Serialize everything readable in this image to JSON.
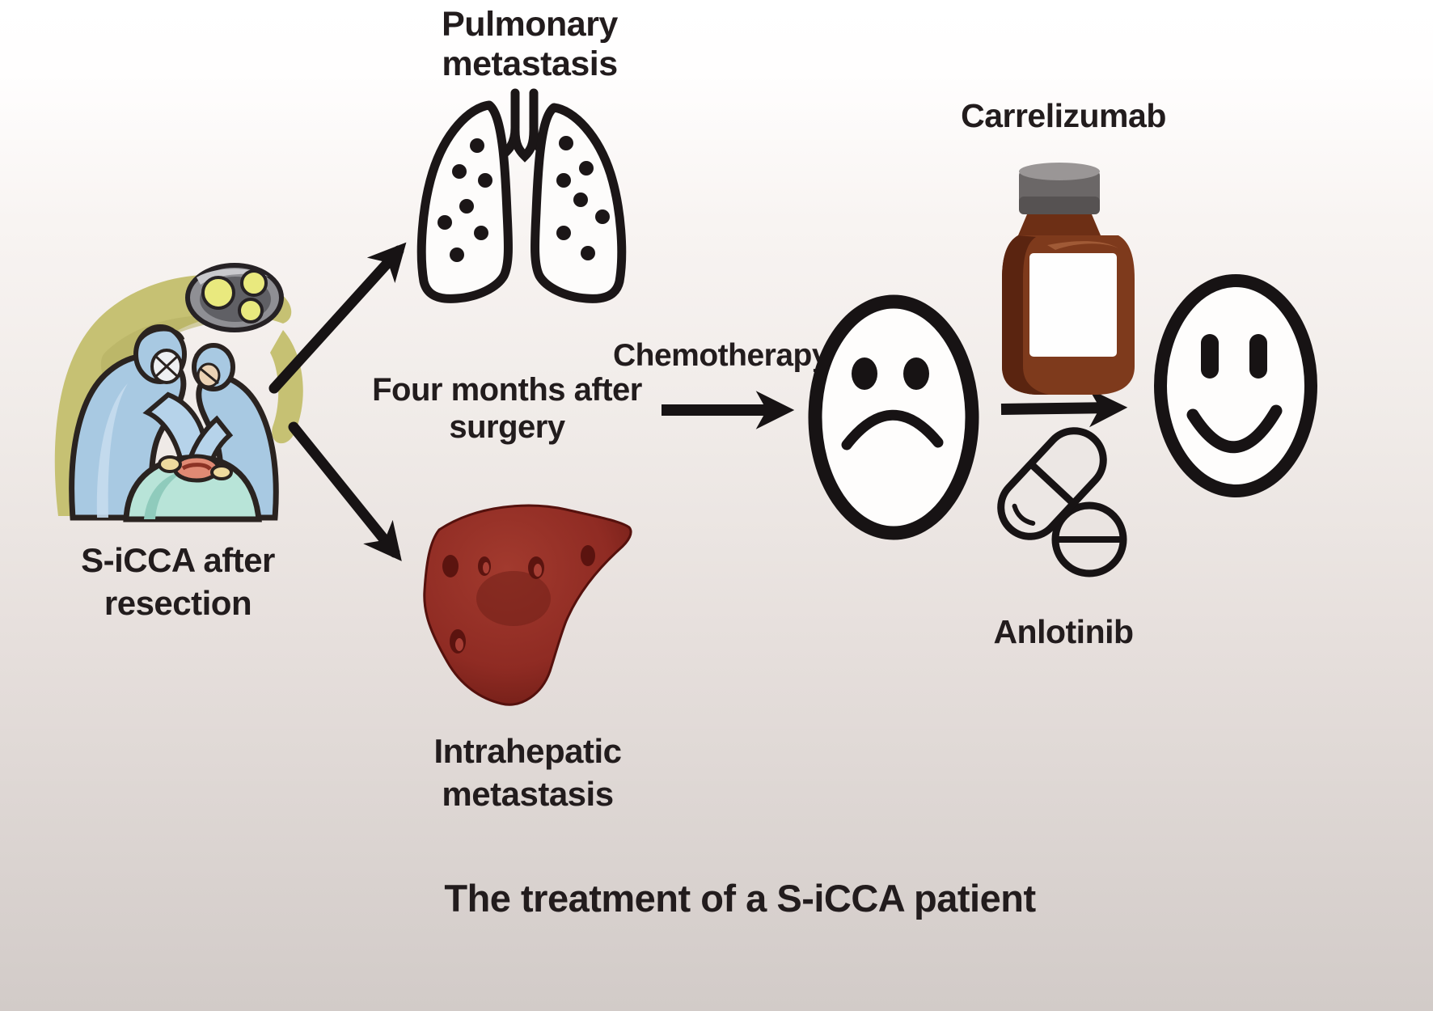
{
  "figure": {
    "labels": {
      "pulmonary": "Pulmonary\nmetastasis",
      "sicca": "S-iCCA after\nresection",
      "four_months": "Four months after\nsurgery",
      "chemotherapy": "Chemotherapy",
      "carrelizumab": "Carrelizumab",
      "anlotinib": "Anlotinib",
      "intrahepatic": "Intrahepatic\nmetastasis",
      "title": "The treatment of a S-iCCA patient"
    },
    "icons": {
      "lungs": "lungs-with-metastatic-nodules",
      "surgery": "surgical-operation-clipart",
      "sad_face": "sad-face",
      "happy_face": "happy-face",
      "bottle": "medicine-bottle",
      "pills": "capsule-and-tablet",
      "liver": "liver-with-metastases",
      "arrows": "black-process-arrows"
    },
    "colors": {
      "text": "#221c1d",
      "line": "#171314",
      "liver": "#8f2b23",
      "liver_spot": "#55110d",
      "bottle_body": "#7e3a1c",
      "bottle_cap": "#6b6767",
      "bottle_cap_top": "#9a9696",
      "scrubs": "#a8c9e2",
      "drape": "#b8e4d8",
      "olive": "#c6c173",
      "lamp_light": "#e9e97e",
      "incision": "#e08a74",
      "background_top": "#ffffff",
      "background_bottom": "#d2cbc8"
    }
  }
}
